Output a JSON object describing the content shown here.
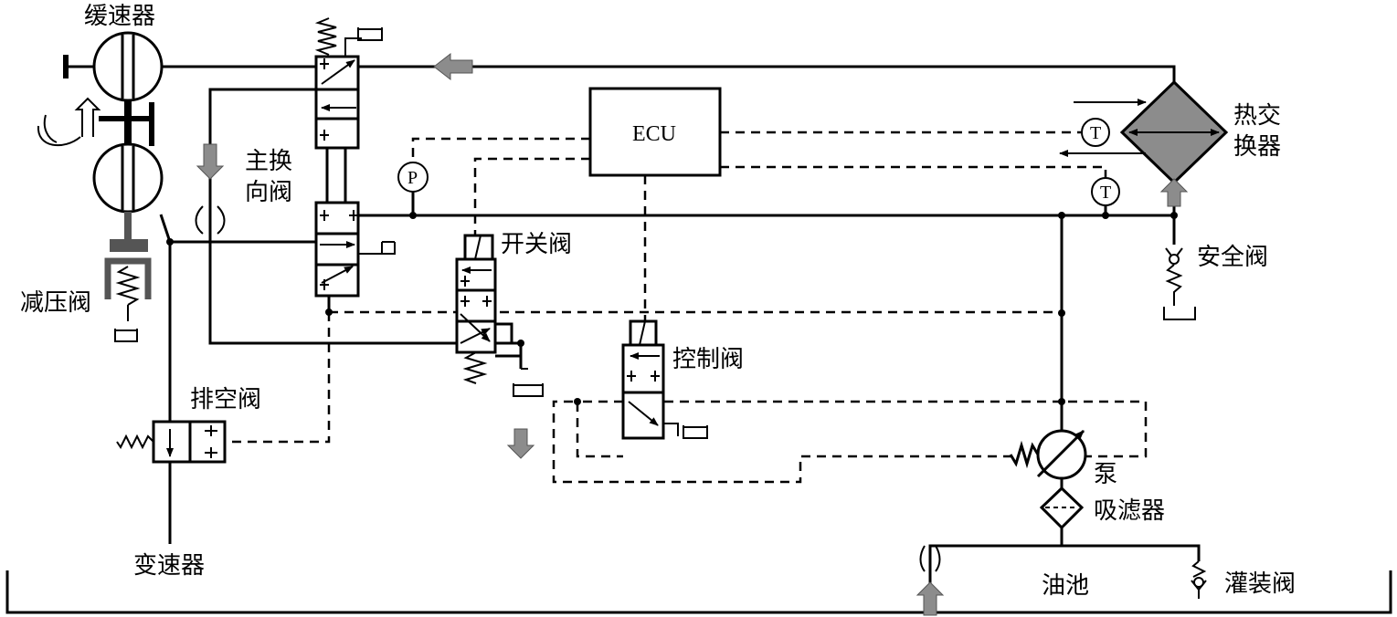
{
  "labels": {
    "retarder": "缓速器",
    "main_valve": "主换向阀",
    "ecu": "ECU",
    "heat_exchanger": "热交换器",
    "switch_valve": "开关阀",
    "relief_valve": "安全阀",
    "pressure_reducing_valve": "减压阀",
    "control_valve": "控制阀",
    "exhaust_valve": "排空阀",
    "pump": "泵",
    "suction_filter": "吸滤器",
    "transmission": "变速器",
    "oil_tank": "油池",
    "filling_valve": "灌装阀"
  },
  "symbols": {
    "pressure_gauge": "P",
    "temperature_sensor": "T"
  },
  "colors": {
    "line": "#000000",
    "fill_gray": "#8c8c8c",
    "dark_gray": "#555555",
    "background": "#ffffff"
  }
}
